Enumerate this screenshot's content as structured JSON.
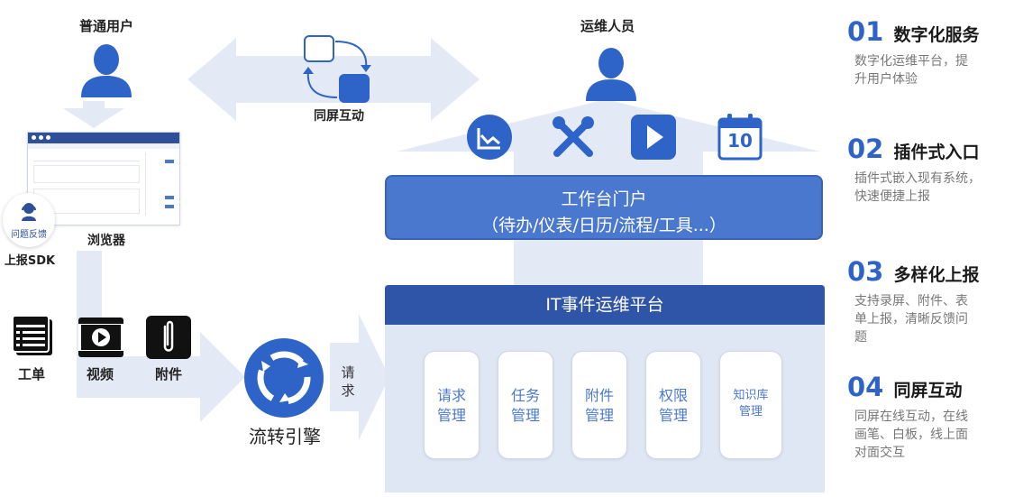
{
  "users": {
    "normal_user": "普通用户",
    "ops_staff": "运维人员"
  },
  "same_screen_label": "同屏互动",
  "browser_label": "浏览器",
  "sdk": {
    "badge": "问题反馈",
    "label": "上报SDK"
  },
  "inputs": [
    {
      "label": "工单"
    },
    {
      "label": "视频"
    },
    {
      "label": "附件"
    }
  ],
  "engine_label": "流转引擎",
  "request_label": "请求",
  "portal": {
    "line1": "工作台门户",
    "line2": "（待办/仪表/日历/流程/工具...）"
  },
  "calendar_day": "10",
  "it_platform": {
    "title": "IT事件运维平台",
    "modules": [
      {
        "line1": "请求",
        "line2": "管理"
      },
      {
        "line1": "任务",
        "line2": "管理"
      },
      {
        "line1": "附件",
        "line2": "管理"
      },
      {
        "line1": "权限",
        "line2": "管理"
      },
      {
        "line1": "知识库",
        "line2": "管理"
      }
    ]
  },
  "features": [
    {
      "num": "01",
      "title": "数字化服务",
      "desc1": "数字化运维平台，提",
      "desc2": "升用户体验",
      "desc3": ""
    },
    {
      "num": "02",
      "title": "插件式入口",
      "desc1": "插件式嵌入现有系统，",
      "desc2": "快速便捷上报",
      "desc3": ""
    },
    {
      "num": "03",
      "title": "多样化上报",
      "desc1": "支持录屏、附件、表",
      "desc2": "单上报，清晰反馈问",
      "desc3": "题"
    },
    {
      "num": "04",
      "title": "同屏互动",
      "desc1": "同屏在线互动，在线",
      "desc2": "画笔、白板，线上面",
      "desc3": "对面交互"
    }
  ],
  "colors": {
    "accent": "#2e64c8",
    "portal": "#4a78cf",
    "header": "#2f55a8",
    "arrow": "#e3eaf6"
  }
}
